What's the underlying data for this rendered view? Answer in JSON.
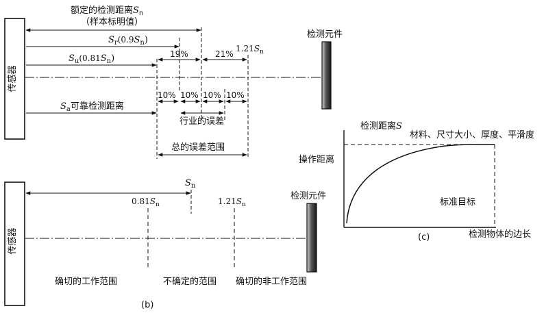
{
  "diagram_a": {
    "title_line1": "额定的检测距离",
    "title_sym": "S",
    "title_sub": "n",
    "title_line2": "（样本标明值）",
    "sr_sym": "S",
    "sr_sub": "r",
    "sr_paren": "(0.9",
    "sr_paren_sym": "S",
    "sr_paren_sub": "n",
    "sr_close": ")",
    "su_sym": "S",
    "su_sub": "u",
    "su_paren": "(0.81",
    "su_paren_sym": "S",
    "su_paren_sub": "n",
    "su_close": ")",
    "s121_val": "1.21",
    "s121_sym": "S",
    "s121_sub": "n",
    "pct19": "19%",
    "pct21": "21%",
    "pct10": [
      "10%",
      "10%",
      "10%",
      "10%"
    ],
    "sa_sym": "S",
    "sa_sub": "a",
    "sa_text": "可靠检测距离",
    "industry_error": "行业的误差",
    "total_error": "总的误差范围",
    "sensor": "传感器",
    "target": "检测元件"
  },
  "diagram_b": {
    "sn_sym": "S",
    "sn_sub": "n",
    "v081": "0.81",
    "v081_sym": "S",
    "v081_sub": "n",
    "v121": "1.21",
    "v121_sym": "S",
    "v121_sub": "n",
    "sensor": "传感器",
    "target": "检测元件",
    "zone1": "确切的工作范围",
    "zone2": "不确定的范围",
    "zone3": "确切的非工作范围",
    "caption": "(b)"
  },
  "diagram_c": {
    "y_label_text": "检测距离",
    "y_label_sym": "S",
    "factors": "材料、尺寸大小、厚度、平滑度",
    "op_distance": "操作距离",
    "std_target": "标准目标",
    "caption": "(c)",
    "x_label": "检测物体的边长"
  }
}
